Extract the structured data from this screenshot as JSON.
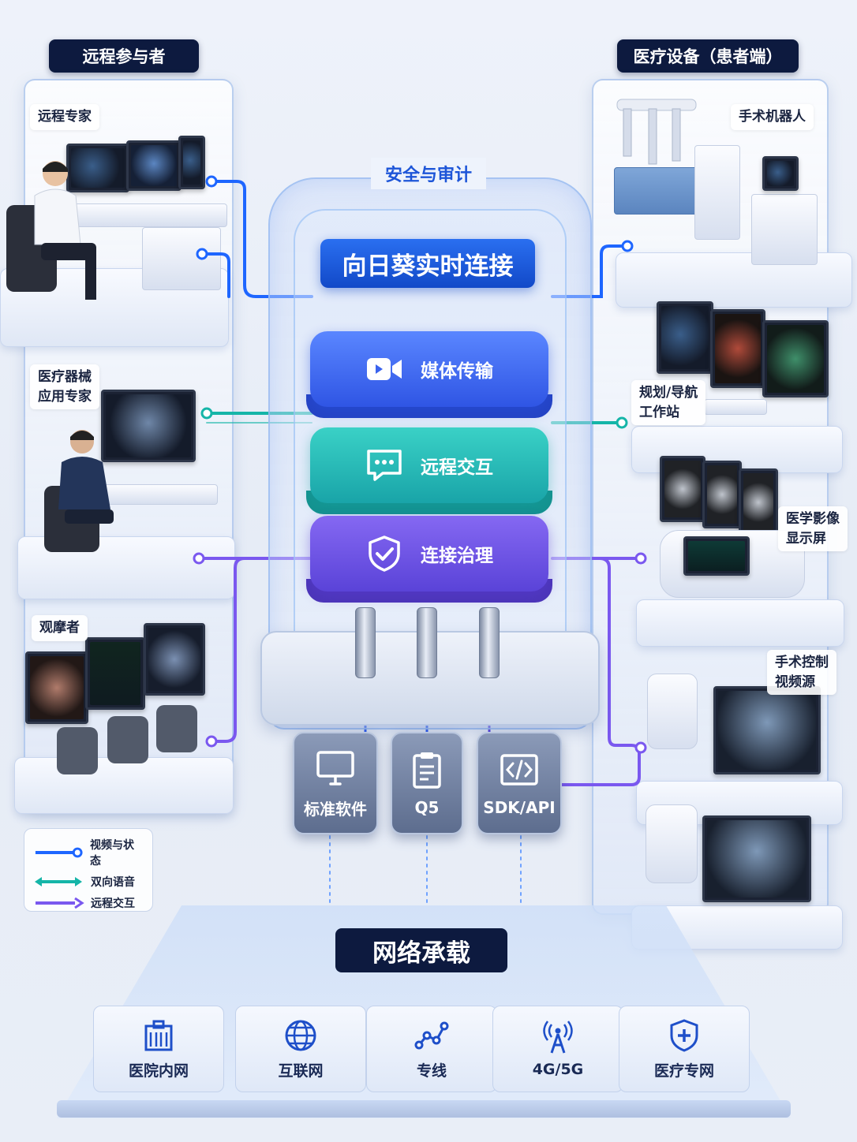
{
  "left_header": "远程参与者",
  "right_header": "医疗设备（患者端）",
  "security_label": "安全与审计",
  "center_title": "向日葵实时连接",
  "layers": [
    {
      "label": "媒体传输",
      "color": "#3a63ee"
    },
    {
      "label": "远程交互",
      "color": "#1fb8b2"
    },
    {
      "label": "连接治理",
      "color": "#6a4ee0"
    }
  ],
  "left_items": [
    {
      "label": "远程专家"
    },
    {
      "label": "医疗器械\n应用专家"
    },
    {
      "label": "观摩者"
    }
  ],
  "right_items": [
    {
      "label": "手术机器人"
    },
    {
      "label": "规划/导航\n工作站"
    },
    {
      "label": "医学影像\n显示屏"
    },
    {
      "label": "手术控制\n视频源"
    }
  ],
  "modules": [
    {
      "label": "标准软件",
      "icon": "monitor-icon"
    },
    {
      "label": "Q5",
      "icon": "clipboard-icon"
    },
    {
      "label": "SDK/API",
      "icon": "code-icon"
    }
  ],
  "legend": [
    {
      "label": "视频与状态",
      "color": "#1e66ff"
    },
    {
      "label": "双向语音",
      "color": "#15b5a8"
    },
    {
      "label": "远程交互",
      "color": "#7a58ef"
    }
  ],
  "network": {
    "title": "网络承载",
    "items": [
      {
        "label": "医院内网",
        "icon": "hospital-icon"
      },
      {
        "label": "互联网",
        "icon": "globe-icon"
      },
      {
        "label": "专线",
        "icon": "nodes-icon"
      },
      {
        "label": "4G/5G",
        "icon": "antenna-icon"
      },
      {
        "label": "医疗专网",
        "icon": "shield-plus-icon"
      }
    ]
  }
}
